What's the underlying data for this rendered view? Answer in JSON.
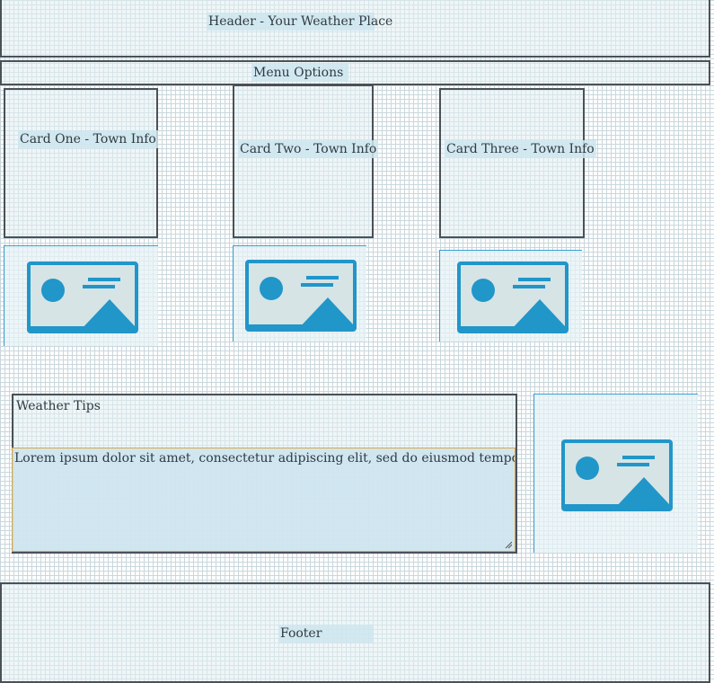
{
  "header": {
    "title": "Header - Your Weather Place"
  },
  "menu": {
    "label": "Menu Options"
  },
  "cards": [
    {
      "label": "Card One - Town Info",
      "image_icon": "image-placeholder-icon"
    },
    {
      "label": "Card Two - Town Info",
      "image_icon": "image-placeholder-icon"
    },
    {
      "label": "Card Three - Town Info",
      "image_icon": "image-placeholder-icon"
    }
  ],
  "tips": {
    "title": "Weather Tips",
    "text": "Lorem ipsum dolor sit amet, consectetur adipiscing elit, sed do eiusmod tempor incididunt"
  },
  "footer": {
    "label": "Footer"
  },
  "colors": {
    "grid": "#c9d7dc",
    "border": "#4b5157",
    "icon_blue": "#2196c9",
    "icon_bg": "#d6e4e6",
    "textarea_border": "#d9a640"
  }
}
